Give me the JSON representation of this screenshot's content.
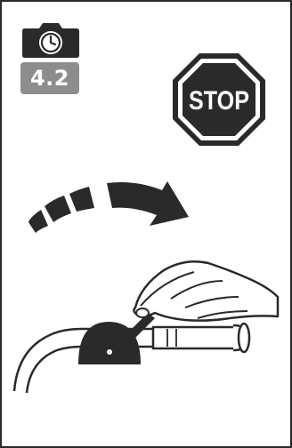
{
  "step": {
    "number": "4.2",
    "badge_color": "#8d8d8d"
  },
  "icons": {
    "camera": "camera-timer-icon",
    "stop": "stop-sign-icon",
    "rotation_arrow": "curved-arrow-icon",
    "illustration": "hand-turning-throttle-illustration"
  },
  "stop_sign": {
    "text": "STOP"
  },
  "colors": {
    "ink": "#2a2a2a",
    "badge": "#8d8d8d",
    "background": "#ffffff"
  }
}
